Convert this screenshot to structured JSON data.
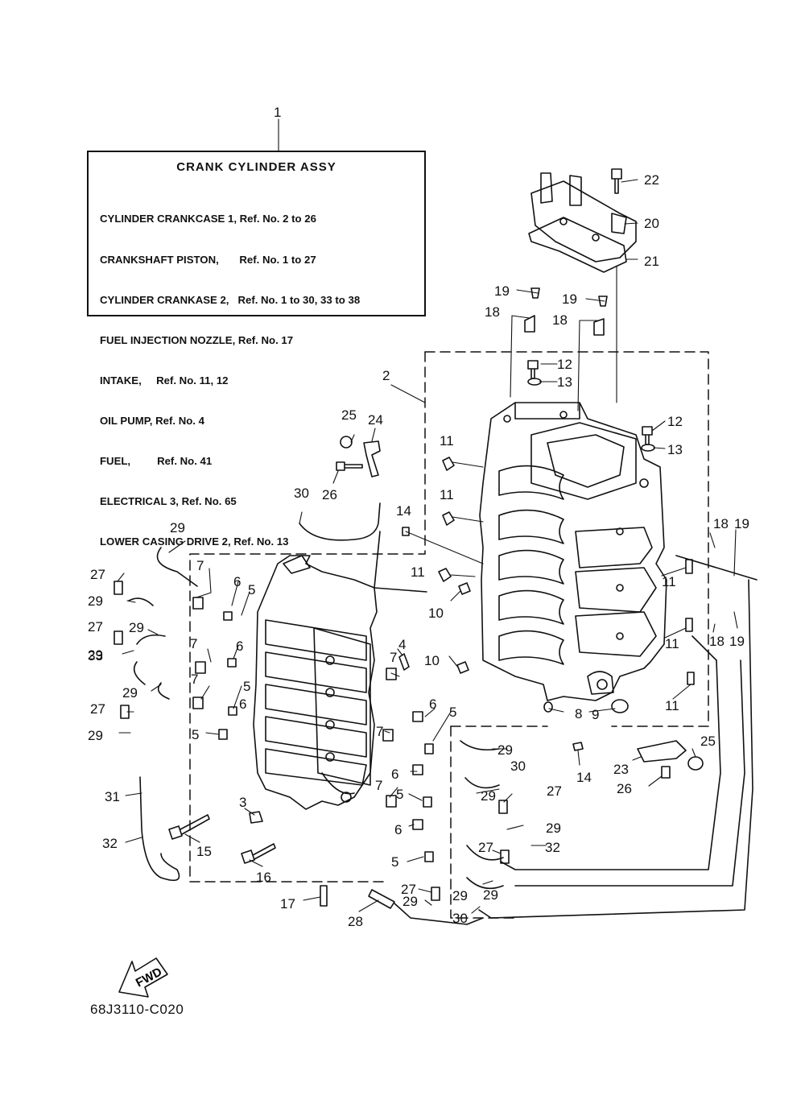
{
  "assembly_box": {
    "title": "CRANK  CYLINDER ASSY",
    "lines": [
      "CYLINDER CRANKCASE 1, Ref. No. 2 to 26",
      "CRANKSHAFT PISTON,       Ref. No. 1 to 27",
      "CYLINDER CRANKASE 2,   Ref. No. 1 to 30, 33 to 38",
      "FUEL INJECTION NOZZLE, Ref. No. 17",
      "INTAKE,     Ref. No. 11, 12",
      "OIL PUMP, Ref. No. 4",
      "FUEL,         Ref. No. 41",
      "ELECTRICAL 3, Ref. No. 65",
      "LOWER CASING DRIVE 2, Ref. No. 13"
    ]
  },
  "callouts": [
    {
      "id": "c1",
      "label": "1"
    },
    {
      "id": "c2",
      "label": "2"
    },
    {
      "id": "c3",
      "label": "3"
    },
    {
      "id": "c4",
      "label": "4"
    },
    {
      "id": "c5a",
      "label": "5"
    },
    {
      "id": "c5b",
      "label": "5"
    },
    {
      "id": "c5c",
      "label": "5"
    },
    {
      "id": "c5d",
      "label": "5"
    },
    {
      "id": "c5e",
      "label": "5"
    },
    {
      "id": "c5f",
      "label": "5"
    },
    {
      "id": "c6a",
      "label": "6"
    },
    {
      "id": "c6b",
      "label": "6"
    },
    {
      "id": "c6c",
      "label": "6"
    },
    {
      "id": "c6d",
      "label": "6"
    },
    {
      "id": "c6e",
      "label": "6"
    },
    {
      "id": "c6f",
      "label": "6"
    },
    {
      "id": "c7a",
      "label": "7"
    },
    {
      "id": "c7b",
      "label": "7"
    },
    {
      "id": "c7c",
      "label": "7"
    },
    {
      "id": "c7d",
      "label": "7"
    },
    {
      "id": "c7e",
      "label": "7"
    },
    {
      "id": "c7f",
      "label": "7"
    },
    {
      "id": "c8",
      "label": "8"
    },
    {
      "id": "c9",
      "label": "9"
    },
    {
      "id": "c10a",
      "label": "10"
    },
    {
      "id": "c10b",
      "label": "10"
    },
    {
      "id": "c11a",
      "label": "11"
    },
    {
      "id": "c11b",
      "label": "11"
    },
    {
      "id": "c11c",
      "label": "11"
    },
    {
      "id": "c11d",
      "label": "11"
    },
    {
      "id": "c11e",
      "label": "11"
    },
    {
      "id": "c11f",
      "label": "11"
    },
    {
      "id": "c12a",
      "label": "12"
    },
    {
      "id": "c12b",
      "label": "12"
    },
    {
      "id": "c13a",
      "label": "13"
    },
    {
      "id": "c13b",
      "label": "13"
    },
    {
      "id": "c14a",
      "label": "14"
    },
    {
      "id": "c14b",
      "label": "14"
    },
    {
      "id": "c15",
      "label": "15"
    },
    {
      "id": "c16",
      "label": "16"
    },
    {
      "id": "c17",
      "label": "17"
    },
    {
      "id": "c18a",
      "label": "18"
    },
    {
      "id": "c18b",
      "label": "18"
    },
    {
      "id": "c18c",
      "label": "18"
    },
    {
      "id": "c18d",
      "label": "18"
    },
    {
      "id": "c19a",
      "label": "19"
    },
    {
      "id": "c19b",
      "label": "19"
    },
    {
      "id": "c19c",
      "label": "19"
    },
    {
      "id": "c19d",
      "label": "19"
    },
    {
      "id": "c20",
      "label": "20"
    },
    {
      "id": "c21",
      "label": "21"
    },
    {
      "id": "c22",
      "label": "22"
    },
    {
      "id": "c23",
      "label": "23"
    },
    {
      "id": "c24",
      "label": "24"
    },
    {
      "id": "c25a",
      "label": "25"
    },
    {
      "id": "c25b",
      "label": "25"
    },
    {
      "id": "c26a",
      "label": "26"
    },
    {
      "id": "c26b",
      "label": "26"
    },
    {
      "id": "c27a",
      "label": "27"
    },
    {
      "id": "c27b",
      "label": "27"
    },
    {
      "id": "c27c",
      "label": "27"
    },
    {
      "id": "c27d",
      "label": "27"
    },
    {
      "id": "c27e",
      "label": "27"
    },
    {
      "id": "c27f",
      "label": "27"
    },
    {
      "id": "c28",
      "label": "28"
    },
    {
      "id": "c29a",
      "label": "29"
    },
    {
      "id": "c29b",
      "label": "29"
    },
    {
      "id": "c29c",
      "label": "29"
    },
    {
      "id": "c29d",
      "label": "29"
    },
    {
      "id": "c29e",
      "label": "29"
    },
    {
      "id": "c29f",
      "label": "29"
    },
    {
      "id": "c29g",
      "label": "29"
    },
    {
      "id": "c29h",
      "label": "29"
    },
    {
      "id": "c29i",
      "label": "29"
    },
    {
      "id": "c29j",
      "label": "29"
    },
    {
      "id": "c29k",
      "label": "29"
    },
    {
      "id": "c29l",
      "label": "29"
    },
    {
      "id": "c30a",
      "label": "30"
    },
    {
      "id": "c30b",
      "label": "30"
    },
    {
      "id": "c30c",
      "label": "30"
    },
    {
      "id": "c31",
      "label": "31"
    },
    {
      "id": "c32a",
      "label": "32"
    },
    {
      "id": "c32b",
      "label": "32"
    },
    {
      "id": "c33",
      "label": "33"
    }
  ],
  "fwd_label": "FWD",
  "diagram_code": "68J3110-C020"
}
